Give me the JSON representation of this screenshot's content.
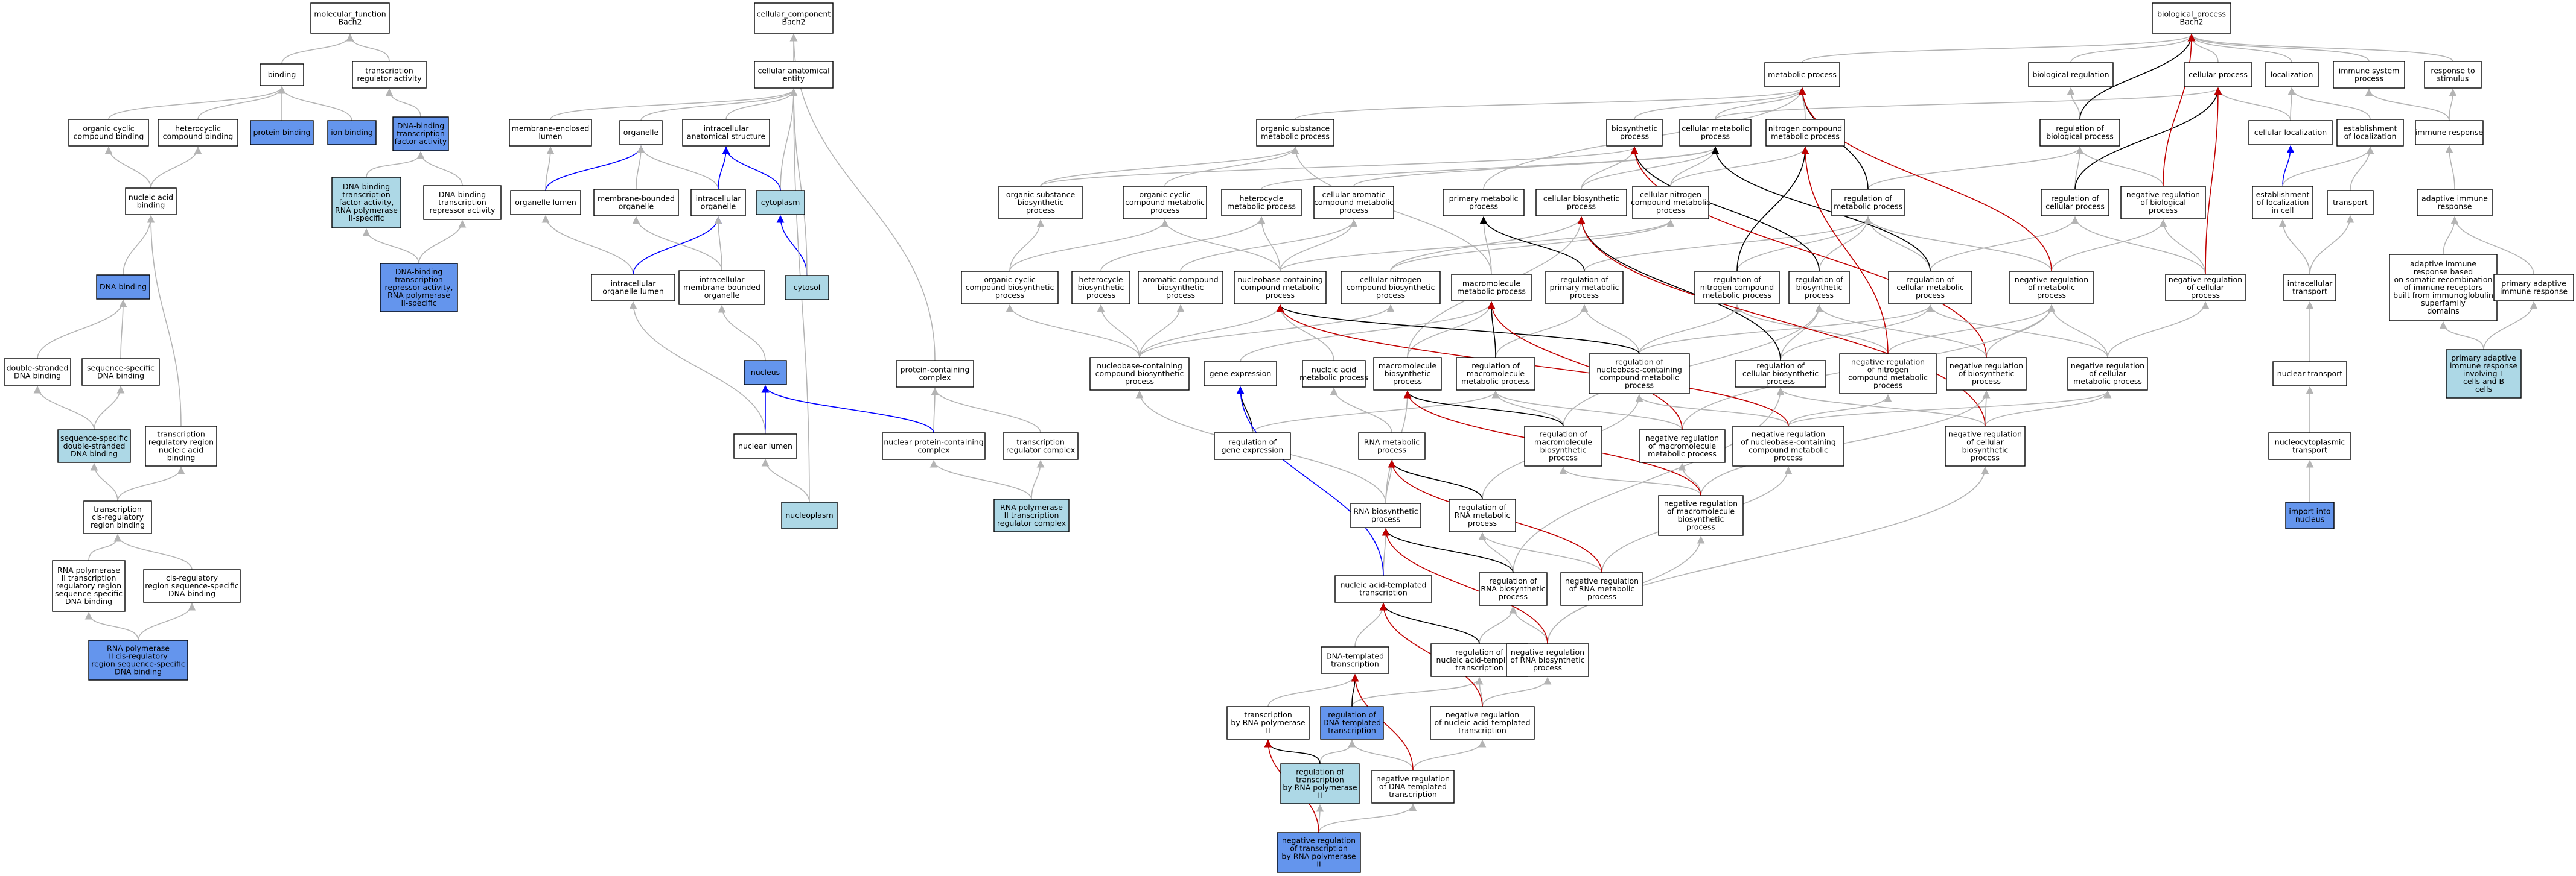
{
  "colors": {
    "white": "#ffffff",
    "light": "#add8e6",
    "dark": "#6495ed",
    "grey": "#b4b4b4",
    "blue": "#0000ff",
    "red": "#c00000",
    "black": "#000000"
  },
  "nodes": {
    "mf": {
      "lines": [
        "molecular_function",
        "Bach2"
      ]
    },
    "bind": {
      "lines": [
        "binding"
      ]
    },
    "tra": {
      "lines": [
        "transcription",
        "regulator activity"
      ]
    },
    "occb": {
      "lines": [
        "organic cyclic",
        "compound binding"
      ]
    },
    "hccb": {
      "lines": [
        "heterocyclic",
        "compound binding"
      ]
    },
    "protb": {
      "lines": [
        "protein binding"
      ]
    },
    "ionb": {
      "lines": [
        "ion binding"
      ]
    },
    "dbtfa": {
      "lines": [
        "DNA-binding",
        "transcription",
        "factor activity"
      ]
    },
    "nab": {
      "lines": [
        "nucleic acid",
        "binding"
      ]
    },
    "dbtfa2": {
      "lines": [
        "DNA-binding",
        "transcription",
        "factor activity,",
        "RNA polymerase",
        "II-specific"
      ]
    },
    "dbtra": {
      "lines": [
        "DNA-binding",
        "transcription",
        "repressor activity"
      ]
    },
    "dbtra2": {
      "lines": [
        "DNA-binding",
        "transcription",
        "repressor activity,",
        "RNA polymerase",
        "II-specific"
      ]
    },
    "dnab": {
      "lines": [
        "DNA binding"
      ]
    },
    "dsdna": {
      "lines": [
        "double-stranded",
        "DNA binding"
      ]
    },
    "ssdna": {
      "lines": [
        "sequence-specific",
        "DNA binding"
      ]
    },
    "ssds": {
      "lines": [
        "sequence-specific",
        "double-stranded",
        "DNA binding"
      ]
    },
    "trrna": {
      "lines": [
        "transcription",
        "regulatory region",
        "nucleic acid",
        "binding"
      ]
    },
    "tcrb": {
      "lines": [
        "transcription",
        "cis-regulatory",
        "region binding"
      ]
    },
    "rp2tr": {
      "lines": [
        "RNA polymerase",
        "II transcription",
        "regulatory region",
        "sequence-specific",
        "DNA binding"
      ]
    },
    "crss": {
      "lines": [
        "cis-regulatory",
        "region sequence-specific",
        "DNA binding"
      ]
    },
    "rp2cr": {
      "lines": [
        "RNA polymerase",
        "II cis-regulatory",
        "region sequence-specific",
        "DNA binding"
      ]
    },
    "cc": {
      "lines": [
        "cellular_component",
        "Bach2"
      ]
    },
    "cae": {
      "lines": [
        "cellular anatomical",
        "entity"
      ]
    },
    "mel": {
      "lines": [
        "membrane-enclosed",
        "lumen"
      ]
    },
    "org": {
      "lines": [
        "organelle"
      ]
    },
    "ias": {
      "lines": [
        "intracellular",
        "anatomical structure"
      ]
    },
    "orgl": {
      "lines": [
        "organelle lumen"
      ]
    },
    "mbo": {
      "lines": [
        "membrane-bounded",
        "organelle"
      ]
    },
    "io": {
      "lines": [
        "intracellular",
        "organelle"
      ]
    },
    "cyto": {
      "lines": [
        "cytoplasm"
      ]
    },
    "iol": {
      "lines": [
        "intracellular",
        "organelle lumen"
      ]
    },
    "imbo": {
      "lines": [
        "intracellular",
        "membrane-bounded",
        "organelle"
      ]
    },
    "cytosol": {
      "lines": [
        "cytosol"
      ]
    },
    "nuc": {
      "lines": [
        "nucleus"
      ]
    },
    "nl": {
      "lines": [
        "nuclear lumen"
      ]
    },
    "npl": {
      "lines": [
        "nucleoplasm"
      ]
    },
    "pcc": {
      "lines": [
        "protein-containing",
        "complex"
      ]
    },
    "npcc": {
      "lines": [
        "nuclear protein-containing",
        "complex"
      ]
    },
    "trc": {
      "lines": [
        "transcription",
        "regulator complex"
      ]
    },
    "rp2trc": {
      "lines": [
        "RNA polymerase",
        "II transcription",
        "regulator complex"
      ]
    },
    "bp": {
      "lines": [
        "biological_process",
        "Bach2"
      ]
    },
    "mp": {
      "lines": [
        "metabolic process"
      ]
    },
    "breg": {
      "lines": [
        "biological regulation"
      ]
    },
    "cp": {
      "lines": [
        "cellular process"
      ]
    },
    "loc": {
      "lines": [
        "localization"
      ]
    },
    "isp": {
      "lines": [
        "immune system",
        "process"
      ]
    },
    "rts": {
      "lines": [
        "response to",
        "stimulus"
      ]
    },
    "osmp": {
      "lines": [
        "organic substance",
        "metabolic process"
      ]
    },
    "bsp": {
      "lines": [
        "biosynthetic",
        "process"
      ]
    },
    "cmp": {
      "lines": [
        "cellular metabolic",
        "process"
      ]
    },
    "ncmp": {
      "lines": [
        "nitrogen compound",
        "metabolic process"
      ]
    },
    "rbp": {
      "lines": [
        "regulation of",
        "biological process"
      ]
    },
    "cl": {
      "lines": [
        "cellular localization"
      ]
    },
    "eol": {
      "lines": [
        "establishment",
        "of localization"
      ]
    },
    "ir": {
      "lines": [
        "immune response"
      ]
    },
    "osbp": {
      "lines": [
        "organic substance",
        "biosynthetic",
        "process"
      ]
    },
    "occmp": {
      "lines": [
        "organic cyclic",
        "compound metabolic",
        "process"
      ]
    },
    "hmp": {
      "lines": [
        "heterocycle",
        "metabolic process"
      ]
    },
    "cacmp": {
      "lines": [
        "cellular aromatic",
        "compound metabolic",
        "process"
      ]
    },
    "pmp": {
      "lines": [
        "primary metabolic",
        "process"
      ]
    },
    "cbp": {
      "lines": [
        "cellular biosynthetic",
        "process"
      ]
    },
    "cncmp": {
      "lines": [
        "cellular nitrogen",
        "compound metabolic",
        "process"
      ]
    },
    "rmp": {
      "lines": [
        "regulation of",
        "metabolic process"
      ]
    },
    "rcp": {
      "lines": [
        "regulation of",
        "cellular process"
      ]
    },
    "nrbp": {
      "lines": [
        "negative regulation",
        "of biological",
        "process"
      ]
    },
    "eolc": {
      "lines": [
        "establishment",
        "of localization",
        "in cell"
      ]
    },
    "trans": {
      "lines": [
        "transport"
      ]
    },
    "air": {
      "lines": [
        "adaptive immune",
        "response"
      ]
    },
    "occbp": {
      "lines": [
        "organic cyclic",
        "compound biosynthetic",
        "process"
      ]
    },
    "hbp": {
      "lines": [
        "heterocycle",
        "biosynthetic",
        "process"
      ]
    },
    "acbp": {
      "lines": [
        "aromatic compound",
        "biosynthetic",
        "process"
      ]
    },
    "nbcmp": {
      "lines": [
        "nucleobase-containing",
        "compound metabolic",
        "process"
      ]
    },
    "cncbp": {
      "lines": [
        "cellular nitrogen",
        "compound biosynthetic",
        "process"
      ]
    },
    "mmp": {
      "lines": [
        "macromolecule",
        "metabolic process"
      ]
    },
    "rpmp": {
      "lines": [
        "regulation of",
        "primary metabolic",
        "process"
      ]
    },
    "rncmp": {
      "lines": [
        "regulation of",
        "nitrogen compound",
        "metabolic process"
      ]
    },
    "rbsp": {
      "lines": [
        "regulation of",
        "biosynthetic",
        "process"
      ]
    },
    "rcmp": {
      "lines": [
        "regulation of",
        "cellular metabolic",
        "process"
      ]
    },
    "nrmp": {
      "lines": [
        "negative regulation",
        "of metabolic",
        "process"
      ]
    },
    "nrcp": {
      "lines": [
        "negative regulation",
        "of cellular",
        "process"
      ]
    },
    "it": {
      "lines": [
        "intracellular",
        "transport"
      ]
    },
    "airsr": {
      "lines": [
        "adaptive immune",
        "response based",
        "on somatic recombination",
        "of immune receptors",
        "built from immunoglobulin",
        "superfamily",
        "domains"
      ]
    },
    "pair": {
      "lines": [
        "primary adaptive",
        "immune response"
      ]
    },
    "pairtb": {
      "lines": [
        "primary adaptive",
        "immune response",
        "involving T",
        "cells and B",
        "cells"
      ]
    },
    "nbcbp": {
      "lines": [
        "nucleobase-containing",
        "compound biosynthetic",
        "process"
      ]
    },
    "ge": {
      "lines": [
        "gene expression"
      ]
    },
    "namp": {
      "lines": [
        "nucleic acid",
        "metabolic process"
      ]
    },
    "mbp": {
      "lines": [
        "macromolecule",
        "biosynthetic",
        "process"
      ]
    },
    "rmmp": {
      "lines": [
        "regulation of",
        "macromolecule",
        "metabolic process"
      ]
    },
    "rnbcmp": {
      "lines": [
        "regulation of",
        "nucleobase-containing",
        "compound metabolic",
        "process"
      ]
    },
    "rcbp": {
      "lines": [
        "regulation of",
        "cellular biosynthetic",
        "process"
      ]
    },
    "nrncmp": {
      "lines": [
        "negative regulation",
        "of nitrogen",
        "compound metabolic",
        "process"
      ]
    },
    "nrbsp": {
      "lines": [
        "negative regulation",
        "of biosynthetic",
        "process"
      ]
    },
    "nrcmp": {
      "lines": [
        "negative regulation",
        "of cellular",
        "metabolic process"
      ]
    },
    "nt": {
      "lines": [
        "nuclear transport"
      ]
    },
    "rge": {
      "lines": [
        "regulation of",
        "gene expression"
      ]
    },
    "rnamp": {
      "lines": [
        "RNA metabolic",
        "process"
      ]
    },
    "rmbp": {
      "lines": [
        "regulation of",
        "macromolecule",
        "biosynthetic",
        "process"
      ]
    },
    "nrmmp": {
      "lines": [
        "negative regulation",
        "of macromolecule",
        "metabolic process"
      ]
    },
    "nrnbcmp": {
      "lines": [
        "negative regulation",
        "of nucleobase-containing",
        "compound metabolic",
        "process"
      ]
    },
    "nrcbp": {
      "lines": [
        "negative regulation",
        "of cellular",
        "biosynthetic",
        "process"
      ]
    },
    "nct": {
      "lines": [
        "nucleocytoplasmic",
        "transport"
      ]
    },
    "rnabp": {
      "lines": [
        "RNA biosynthetic",
        "process"
      ]
    },
    "rrnamp": {
      "lines": [
        "regulation of",
        "RNA metabolic",
        "process"
      ]
    },
    "nrmbp": {
      "lines": [
        "negative regulation",
        "of macromolecule",
        "biosynthetic",
        "process"
      ]
    },
    "iin": {
      "lines": [
        "import into",
        "nucleus"
      ]
    },
    "natt": {
      "lines": [
        "nucleic acid-templated",
        "transcription"
      ]
    },
    "rrnabp": {
      "lines": [
        "regulation of",
        "RNA biosynthetic",
        "process"
      ]
    },
    "nrrnamp": {
      "lines": [
        "negative regulation",
        "of RNA metabolic",
        "process"
      ]
    },
    "dtt": {
      "lines": [
        "DNA-templated",
        "transcription"
      ]
    },
    "rnatt": {
      "lines": [
        "regulation of",
        "nucleic acid-templated",
        "transcription"
      ]
    },
    "nrrnabp": {
      "lines": [
        "negative regulation",
        "of RNA biosynthetic",
        "process"
      ]
    },
    "trp2": {
      "lines": [
        "transcription",
        "by RNA polymerase",
        "II"
      ]
    },
    "rdtt": {
      "lines": [
        "regulation of",
        "DNA-templated",
        "transcription"
      ]
    },
    "nrnatt": {
      "lines": [
        "negative regulation",
        "of nucleic acid-templated",
        "transcription"
      ]
    },
    "rtrp2": {
      "lines": [
        "regulation of",
        "transcription",
        "by RNA polymerase",
        "II"
      ]
    },
    "nrdtt": {
      "lines": [
        "negative regulation",
        "of DNA-templated",
        "transcription"
      ]
    },
    "nrtrp2": {
      "lines": [
        "negative regulation",
        "of transcription",
        "by RNA polymerase",
        "II"
      ]
    }
  }
}
